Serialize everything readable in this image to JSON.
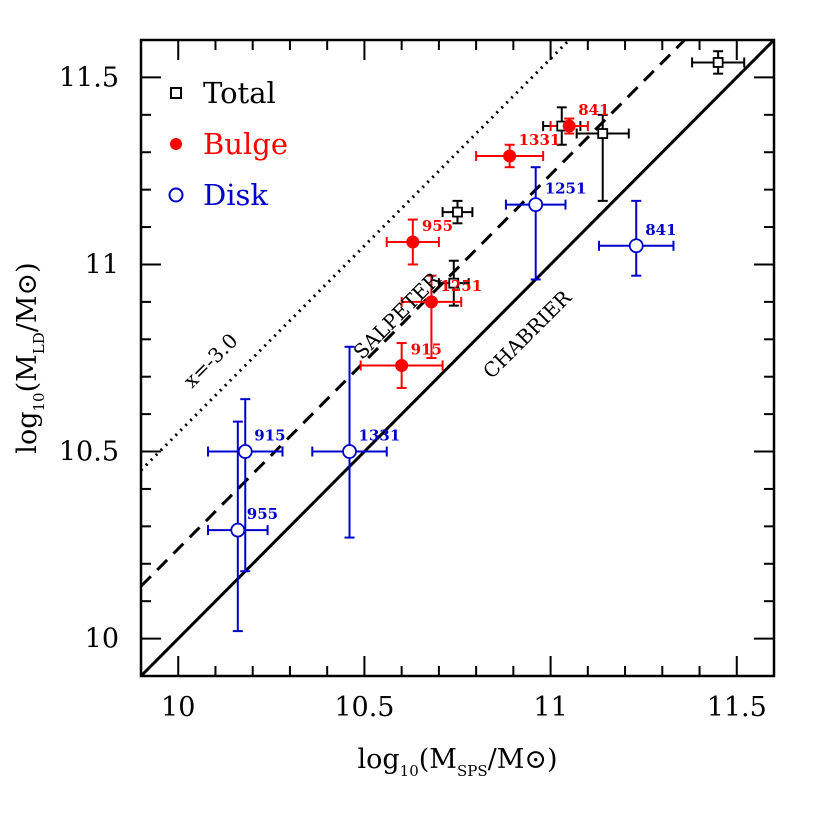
{
  "chart_data": {
    "type": "scatter",
    "xlim": [
      9.9,
      11.6
    ],
    "ylim": [
      9.9,
      11.6
    ],
    "x_ticks": [
      "10",
      "10.5",
      "11",
      "11.5"
    ],
    "y_ticks": [
      "10",
      "10.5",
      "11",
      "11.5"
    ],
    "x_tick_values": [
      10,
      10.5,
      11,
      11.5
    ],
    "y_tick_values": [
      10,
      10.5,
      11,
      11.5
    ],
    "xlabel": {
      "pre": "log",
      "sub1": "10",
      "mid": "(M",
      "sub2": "SPS",
      "post": "/M⊙)"
    },
    "ylabel": {
      "pre": "log",
      "sub1": "10",
      "mid": "(M",
      "sub2": "LD",
      "post": "/M⊙)"
    },
    "grid": false,
    "legend_position": "top-left",
    "legend": [
      {
        "label": "Total",
        "marker": "open-square",
        "color": "#000000"
      },
      {
        "label": "Bulge",
        "marker": "filled-circle",
        "color": "#ff0000"
      },
      {
        "label": "Disk",
        "marker": "open-circle",
        "color": "#0000cc"
      }
    ],
    "lines": [
      {
        "name": "CHABRIER",
        "intercept": 0.0,
        "style": "solid"
      },
      {
        "name": "SALPETER",
        "intercept": 0.24,
        "style": "dashed"
      },
      {
        "name": "x=-3.0",
        "intercept": 0.55,
        "style": "dotted"
      }
    ],
    "series": [
      {
        "name": "Total",
        "marker": "open-square",
        "color": "#000000",
        "points": [
          {
            "x": 11.45,
            "y": 11.54,
            "xerr": [
              0.07,
              0.07
            ],
            "yerr": [
              0.03,
              0.03
            ],
            "label": ""
          },
          {
            "x": 11.03,
            "y": 11.37,
            "xerr": [
              0.05,
              0.05
            ],
            "yerr": [
              0.05,
              0.05
            ],
            "label": ""
          },
          {
            "x": 11.14,
            "y": 11.35,
            "xerr": [
              0.07,
              0.07
            ],
            "yerr": [
              0.18,
              0.05
            ],
            "label": ""
          },
          {
            "x": 10.75,
            "y": 11.14,
            "xerr": [
              0.04,
              0.04
            ],
            "yerr": [
              0.03,
              0.03
            ],
            "label": ""
          },
          {
            "x": 10.74,
            "y": 10.95,
            "xerr": [
              0.04,
              0.04
            ],
            "yerr": [
              0.06,
              0.06
            ],
            "label": ""
          }
        ]
      },
      {
        "name": "Bulge",
        "marker": "filled-circle",
        "color": "#ff0000",
        "points": [
          {
            "x": 11.05,
            "y": 11.37,
            "xerr": [
              0.05,
              0.05
            ],
            "yerr": [
              0.02,
              0.02
            ],
            "label": "841"
          },
          {
            "x": 10.89,
            "y": 11.29,
            "xerr": [
              0.09,
              0.09
            ],
            "yerr": [
              0.03,
              0.03
            ],
            "label": "1331"
          },
          {
            "x": 10.63,
            "y": 11.06,
            "xerr": [
              0.07,
              0.07
            ],
            "yerr": [
              0.06,
              0.06
            ],
            "label": "955"
          },
          {
            "x": 10.68,
            "y": 10.9,
            "xerr": [
              0.08,
              0.08
            ],
            "yerr": [
              0.15,
              0.07
            ],
            "label": "1251"
          },
          {
            "x": 10.6,
            "y": 10.73,
            "xerr": [
              0.11,
              0.11
            ],
            "yerr": [
              0.06,
              0.06
            ],
            "label": "915"
          }
        ]
      },
      {
        "name": "Disk",
        "marker": "open-circle",
        "color": "#0000cc",
        "points": [
          {
            "x": 10.96,
            "y": 11.16,
            "xerr": [
              0.08,
              0.08
            ],
            "yerr": [
              0.2,
              0.1
            ],
            "label": "1251"
          },
          {
            "x": 11.23,
            "y": 11.05,
            "xerr": [
              0.1,
              0.1
            ],
            "yerr": [
              0.08,
              0.12
            ],
            "label": "841"
          },
          {
            "x": 10.46,
            "y": 10.5,
            "xerr": [
              0.1,
              0.1
            ],
            "yerr": [
              0.23,
              0.28
            ],
            "label": "1331"
          },
          {
            "x": 10.18,
            "y": 10.5,
            "xerr": [
              0.1,
              0.1
            ],
            "yerr": [
              0.32,
              0.14
            ],
            "label": "915"
          },
          {
            "x": 10.16,
            "y": 10.29,
            "xerr": [
              0.08,
              0.08
            ],
            "yerr": [
              0.27,
              0.29
            ],
            "label": "955"
          }
        ]
      }
    ]
  }
}
